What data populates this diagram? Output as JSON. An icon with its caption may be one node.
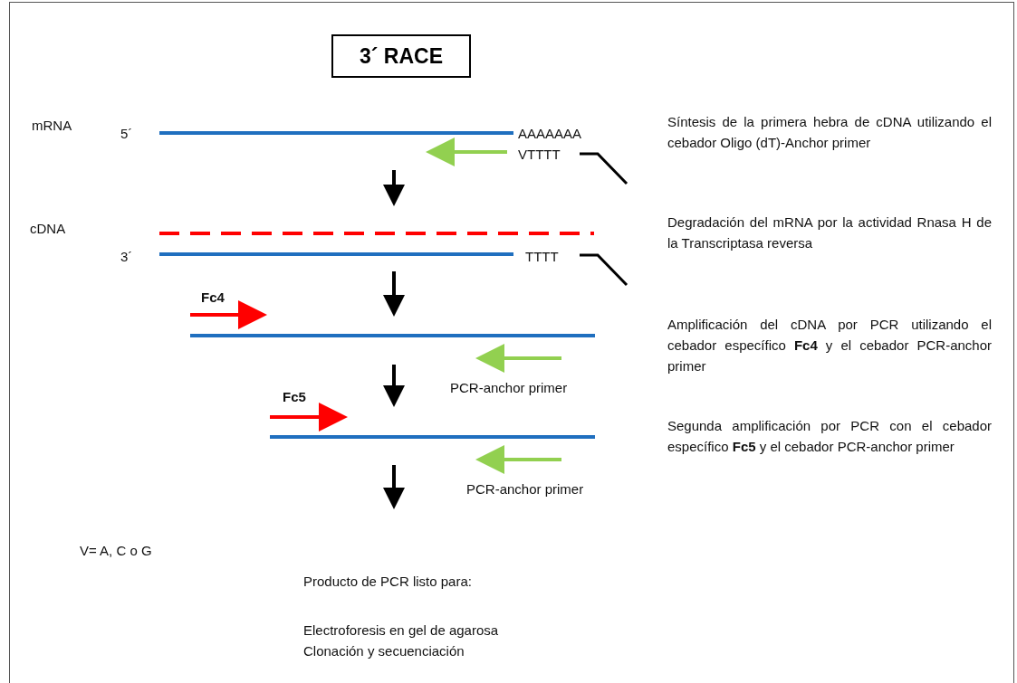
{
  "diagram": {
    "nodes": [
      {
        "text": [
          "3´ RACE"
        ]
      }
    ],
    "labels": [
      "mRNA",
      "5´",
      "AAAAAAA",
      "VTTTT",
      "Síntesis de la primera hebra de cDNA utilizando el cebador Oligo (dT)-Anchor primer",
      "cDNA",
      "3´",
      "TTTT",
      "Degradación del mRNA por la actividad Rnasa H de la Transcriptasa reversa",
      "Fc4",
      "Amplificación del cDNA por PCR utilizando el cebador específico **Fc4** y el cebador PCR-anchor primer",
      "PCR-anchor primer",
      "Fc5",
      "Segunda amplificación por PCR con el cebador específico **Fc5** y el cebador PCR-anchor primer",
      "PCR-anchor primer",
      "V= A, C o G",
      "Producto de PCR listo para:",
      "Electroforesis en gel de agarosa",
      "Clonación y secuenciación"
    ]
  }
}
